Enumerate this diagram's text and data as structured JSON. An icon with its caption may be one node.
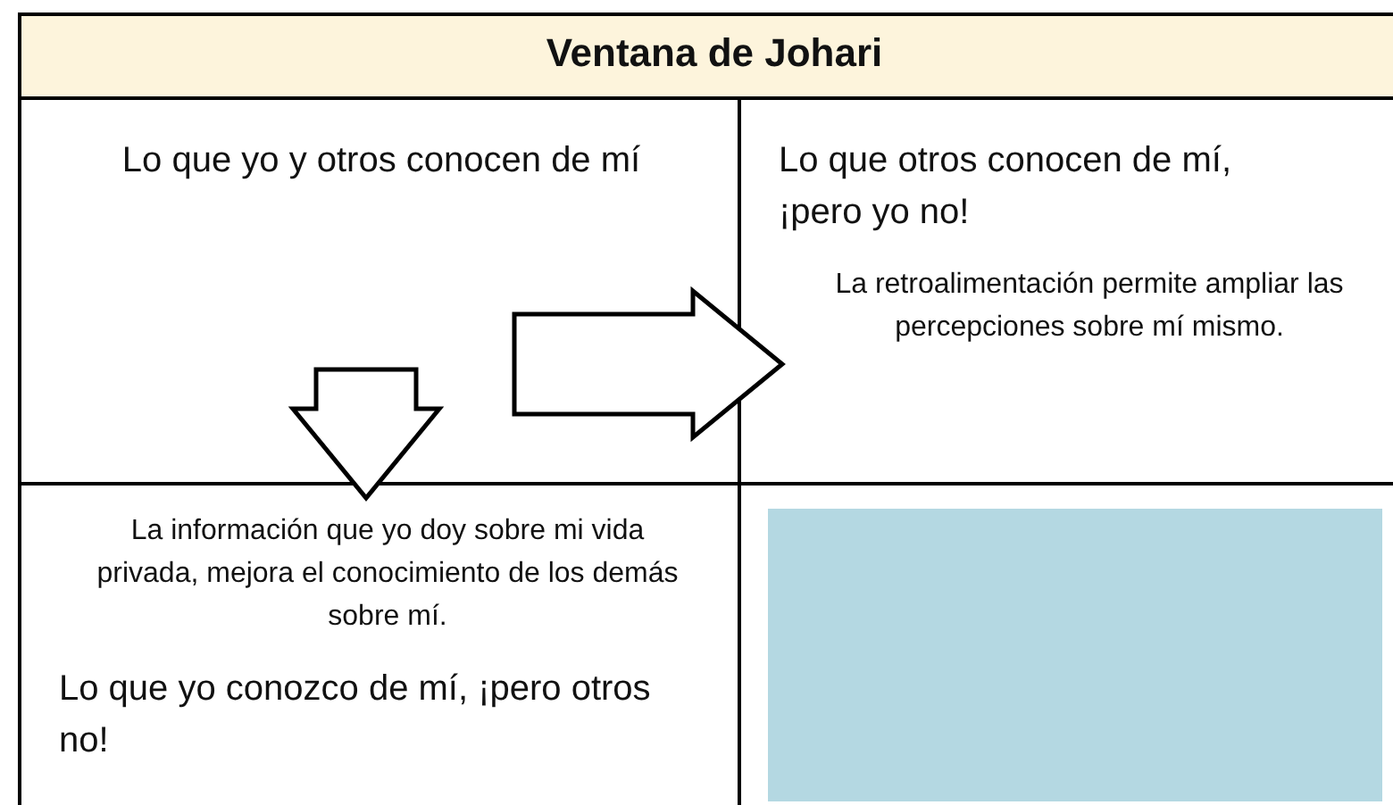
{
  "diagram": {
    "title": "Ventana de Johari",
    "nodes": [
      {
        "text": [
          "Lo que yo y otros conocen de mí"
        ]
      },
      {
        "text": [
          "Lo que otros conocen de mí, ¡pero yo no!",
          "La retroalimentación permite ampliar las percepciones sobre mí mismo."
        ]
      },
      {
        "text": [
          "La información que yo doy sobre mi vida privada, mejora el conocimiento de los demás sobre mí.",
          "Lo que yo conozco de mí, ¡pero otros no!"
        ]
      },
      {
        "text": [],
        "shape": "box"
      },
      {
        "text": [],
        "shape": "box",
        "in": 3
      }
    ],
    "edges": [
      {
        "from": 0,
        "to": 1,
        "arrow": "to"
      },
      {
        "from": 0,
        "to": 2,
        "arrow": "to"
      }
    ]
  }
}
